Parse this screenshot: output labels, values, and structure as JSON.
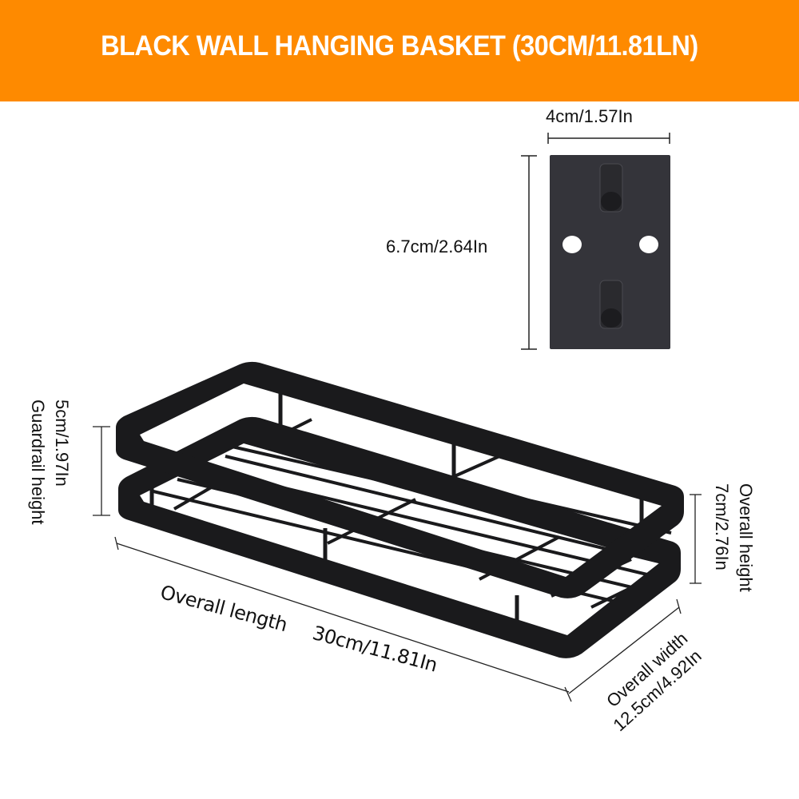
{
  "banner": {
    "title": "BLACK WALL HANGING BASKET (30CM/11.81LN)",
    "background_color": "#fe8a00",
    "text_color": "#ffffff"
  },
  "mount_plate": {
    "width_label": "4cm/1.57In",
    "height_label": "6.7cm/2.64In",
    "color": "#34343a",
    "features": [
      "hook-icon",
      "screw-hole-icon",
      "screw-hole-icon",
      "hook-icon"
    ]
  },
  "basket": {
    "color": "#1a1a1c",
    "guardrail": {
      "value": "5cm/1.97In",
      "label": "Guardrail height"
    },
    "overall_height": {
      "value": "7cm/2.76In",
      "label": "Overall height"
    },
    "overall_length": {
      "label": "Overall length",
      "value": "30cm/11.81In"
    },
    "overall_width": {
      "label": "Overall width",
      "value": "12.5cm/4.92In"
    }
  }
}
